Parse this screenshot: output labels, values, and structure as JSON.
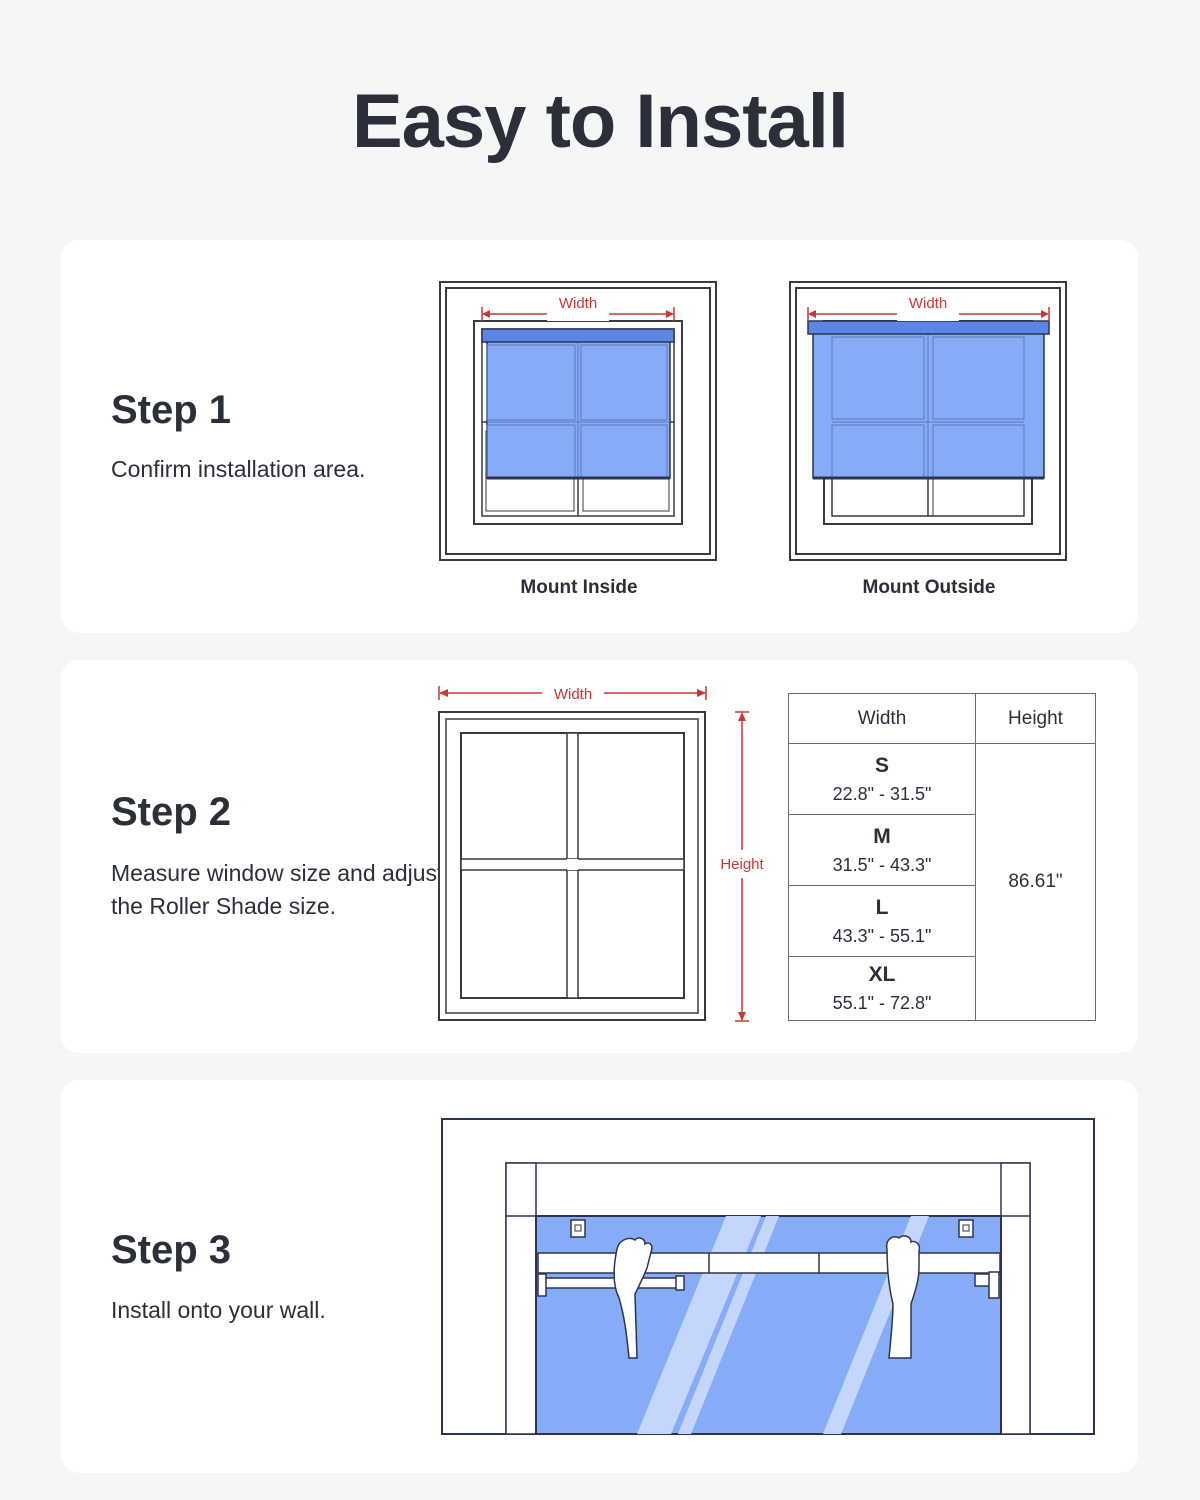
{
  "title": "Easy to Install",
  "colors": {
    "shade": "#86acf7",
    "shade_dark": "#5c86e6",
    "dimension": "#c5393a",
    "frame": "#3a3a3a",
    "card": "#ffffff",
    "background": "#f5f7f6"
  },
  "step1": {
    "title": "Step 1",
    "description": "Confirm installation area.",
    "dimension_label": "Width",
    "inside_caption": "Mount Inside",
    "outside_caption": "Mount Outside"
  },
  "step2": {
    "title": "Step 2",
    "description": "Measure window size and adjust the Roller Shade size.",
    "width_label": "Width",
    "height_label": "Height",
    "table": {
      "header_width": "Width",
      "header_height": "Height",
      "height_value": "86.61\"",
      "sizes": [
        {
          "size": "S",
          "range": "22.8\" - 31.5\""
        },
        {
          "size": "M",
          "range": "31.5\" - 43.3\""
        },
        {
          "size": "L",
          "range": "43.3\" - 55.1\""
        },
        {
          "size": "XL",
          "range": "55.1\" - 72.8\""
        }
      ]
    }
  },
  "step3": {
    "title": "Step 3",
    "description": "Install onto your wall."
  }
}
